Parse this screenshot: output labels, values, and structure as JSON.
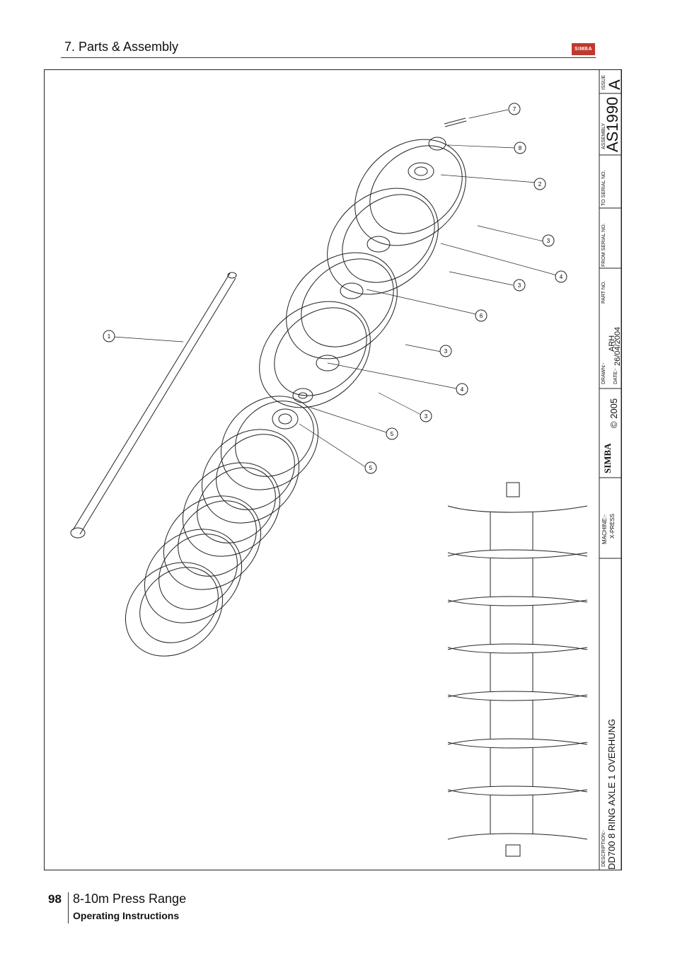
{
  "header": {
    "section_title": "7. Parts & Assembly",
    "logo_text": "SIMBA"
  },
  "drawing": {
    "balloons": [
      "1",
      "2",
      "3",
      "3",
      "3",
      "3",
      "4",
      "4",
      "5",
      "5",
      "6",
      "7",
      "8"
    ],
    "title_block": {
      "issue_label": "ISSUE",
      "issue_value": "A",
      "assembly_label": "ASSEMBLY",
      "assembly_no": "AS1990",
      "to_serial_label": "TO SERIAL NO.",
      "from_serial_label": "FROM SERIAL NO.",
      "part_no_label": "PART NO.",
      "drawn_label": "DRAWN:-",
      "drawn_value": "ARH",
      "date_label": "DATE:-",
      "date_value": "26/04/2004",
      "logo_text": "SIMBA",
      "copyright": "© 2005",
      "machine_label": "MACHINE:-",
      "machine_value": "X-PRESS",
      "description_label": "DESCRIPTION:-",
      "description_value": "DD700 8 RING AXLE 1 OVERHUNG"
    }
  },
  "footer": {
    "page_number": "98",
    "title": "8-10m Press Range",
    "subtitle": "Operating Instructions"
  },
  "colors": {
    "logo_red": "#c0392b",
    "line": "#222222"
  }
}
